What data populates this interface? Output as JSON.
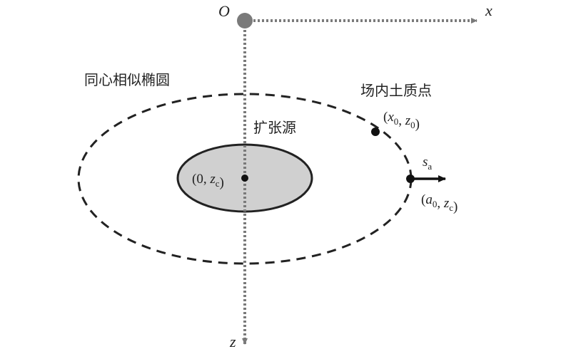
{
  "labels": {
    "origin": "O",
    "x_axis": "x",
    "z_axis": "z",
    "outer_ellipse": "同心相似椭圆",
    "field_point": "场内土质点",
    "field_point_coord": "(x0, z0)",
    "expansion_source": "扩张源",
    "center_coord": "(0, zc)",
    "displacement": "sa",
    "boundary_point_coord": "(a0, zc)"
  },
  "colors": {
    "axis": "#7a7a7a",
    "outer_ellipse": "#222222",
    "source_fill": "#d0d0d0",
    "source_stroke": "#222222",
    "point": "#111111"
  }
}
